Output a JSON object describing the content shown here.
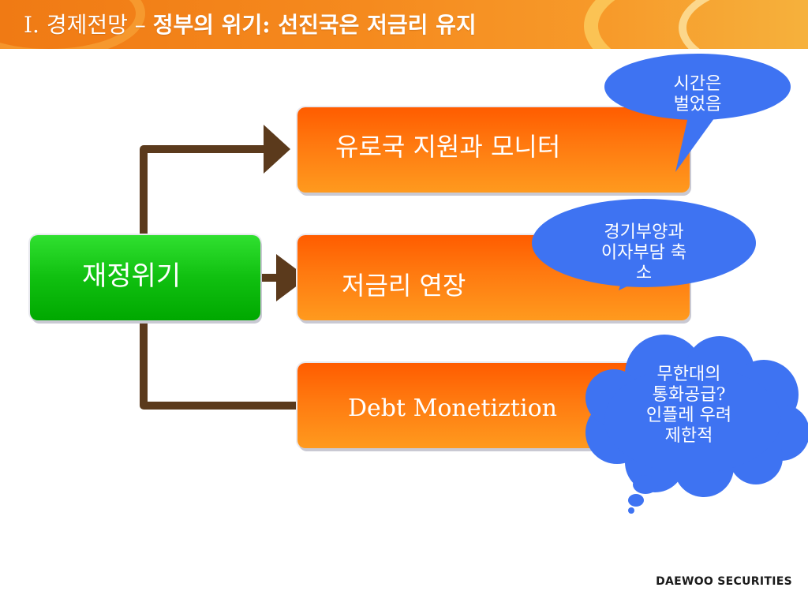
{
  "header": {
    "title_prefix": "I. 경제전망 –",
    "title_main": "정부의 위기: 선진국은 저금리 유지"
  },
  "diagram": {
    "source": {
      "label": "재정위기"
    },
    "branches": [
      {
        "label": "유로국 지원과 모니터"
      },
      {
        "label": "저금리 연장"
      },
      {
        "label": "Debt Monetiztion"
      }
    ],
    "callouts": [
      {
        "lines": [
          "시간은",
          "벌었음"
        ]
      },
      {
        "lines": [
          "경기부양과",
          "이자부담 축",
          "소"
        ]
      },
      {
        "lines": [
          "무한대의",
          "통화공급?",
          "인플레 우려",
          "제한적"
        ]
      }
    ]
  },
  "footer": {
    "brand": "DAEWOO SECURITIES"
  },
  "colors": {
    "banner": "#f58a1e",
    "branch_box": "#ff7a10",
    "source_box": "#10c010",
    "connector": "#5b3a1c",
    "bubble": "#3e73f2"
  }
}
